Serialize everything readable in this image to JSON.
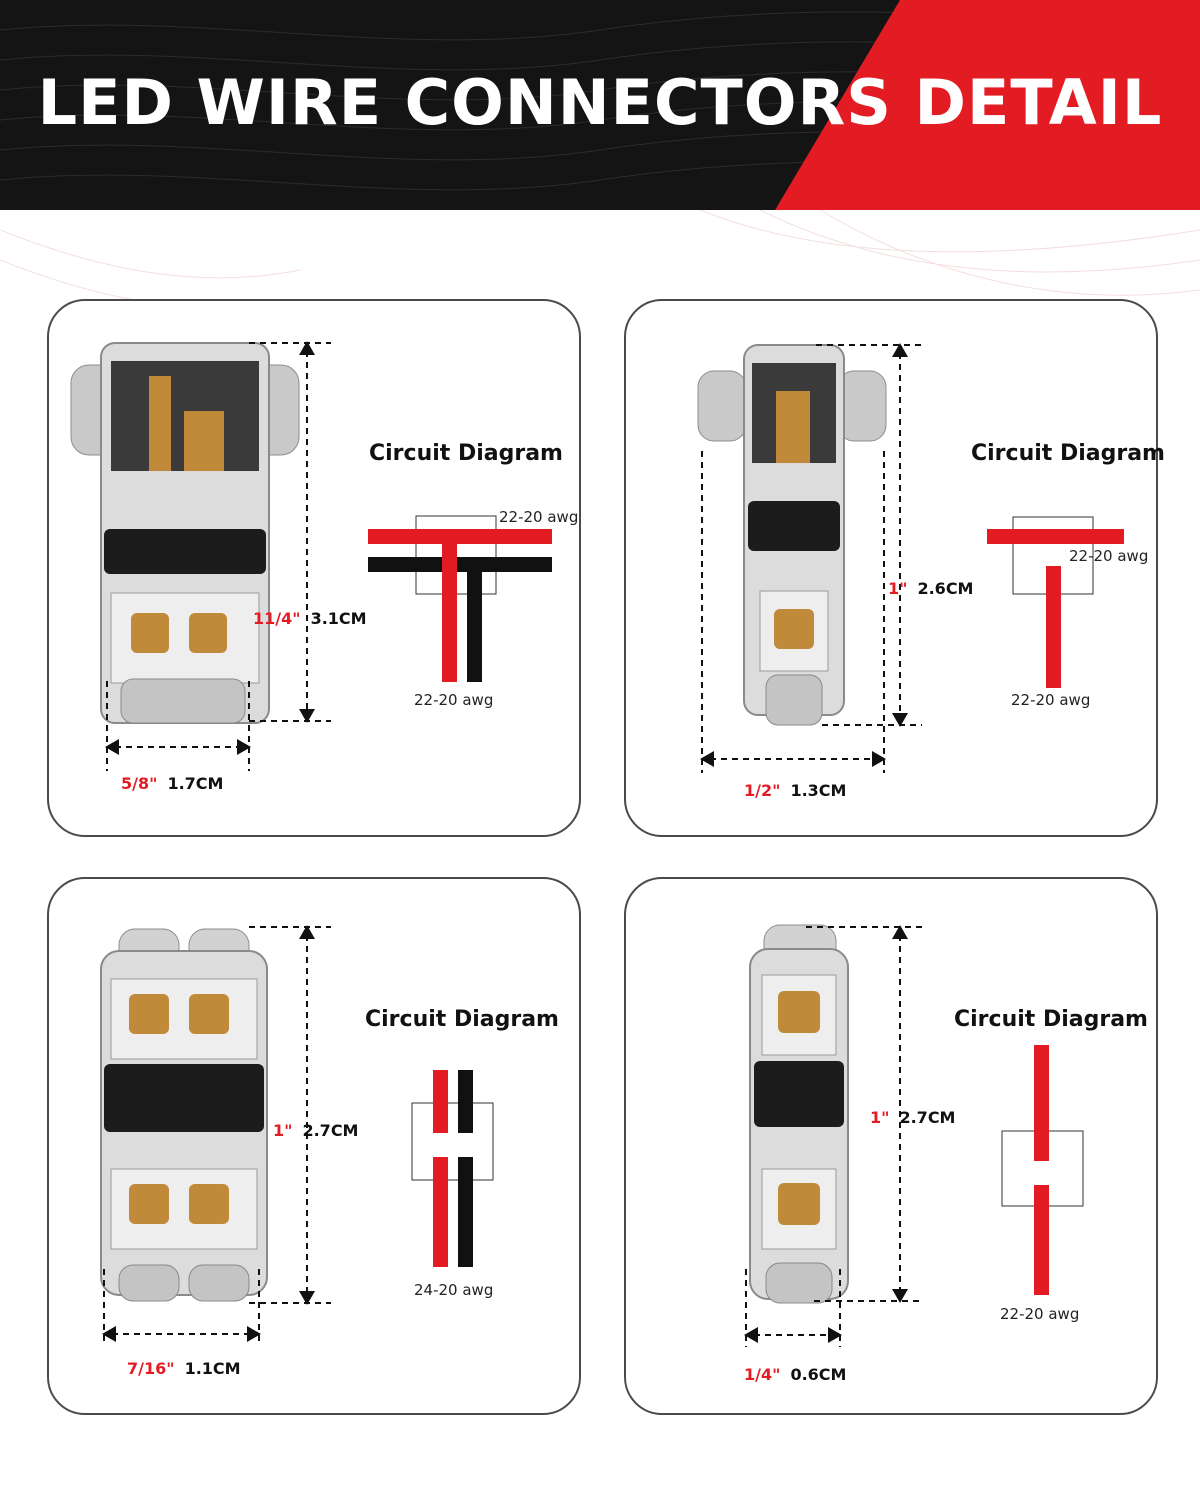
{
  "header": {
    "title_main": "LED WIRE CONNECTORS",
    "title_accent": "DETAIL",
    "colors": {
      "dark": "#141414",
      "accent": "#e31b23"
    }
  },
  "panels": [
    {
      "diagram_title": "Circuit Diagram",
      "awg_top": "22-20 awg",
      "awg_bottom": "22-20 awg",
      "height_imperial": "11/4\"",
      "height_metric": "3.1CM",
      "width_imperial": "5/8\"",
      "width_metric": "1.7CM"
    },
    {
      "diagram_title": "Circuit Diagram",
      "awg_top": "22-20 awg",
      "awg_bottom": "22-20 awg",
      "height_imperial": "1\"",
      "height_metric": "2.6CM",
      "width_imperial": "1/2\"",
      "width_metric": "1.3CM"
    },
    {
      "diagram_title": "Circuit Diagram",
      "awg_bottom": "24-20 awg",
      "height_imperial": "1\"",
      "height_metric": "2.7CM",
      "width_imperial": "7/16\"",
      "width_metric": "1.1CM"
    },
    {
      "diagram_title": "Circuit Diagram",
      "awg_bottom": "22-20 awg",
      "height_imperial": "1\"",
      "height_metric": "2.7CM",
      "width_imperial": "1/4\"",
      "width_metric": "0.6CM"
    }
  ]
}
